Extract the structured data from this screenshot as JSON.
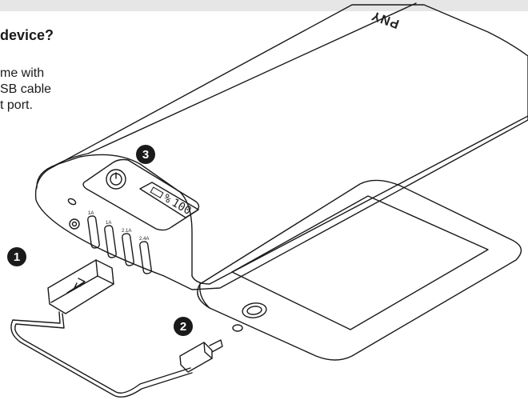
{
  "heading": "device?",
  "body_lines": [
    "me with",
    "SB cable",
    "t port."
  ],
  "brand": "PNY",
  "battery_display": "100",
  "battery_unit": "%",
  "port_labels": [
    "1A",
    "1A",
    "2.1A",
    "2.4A"
  ],
  "steps": [
    "1",
    "2",
    "3"
  ]
}
